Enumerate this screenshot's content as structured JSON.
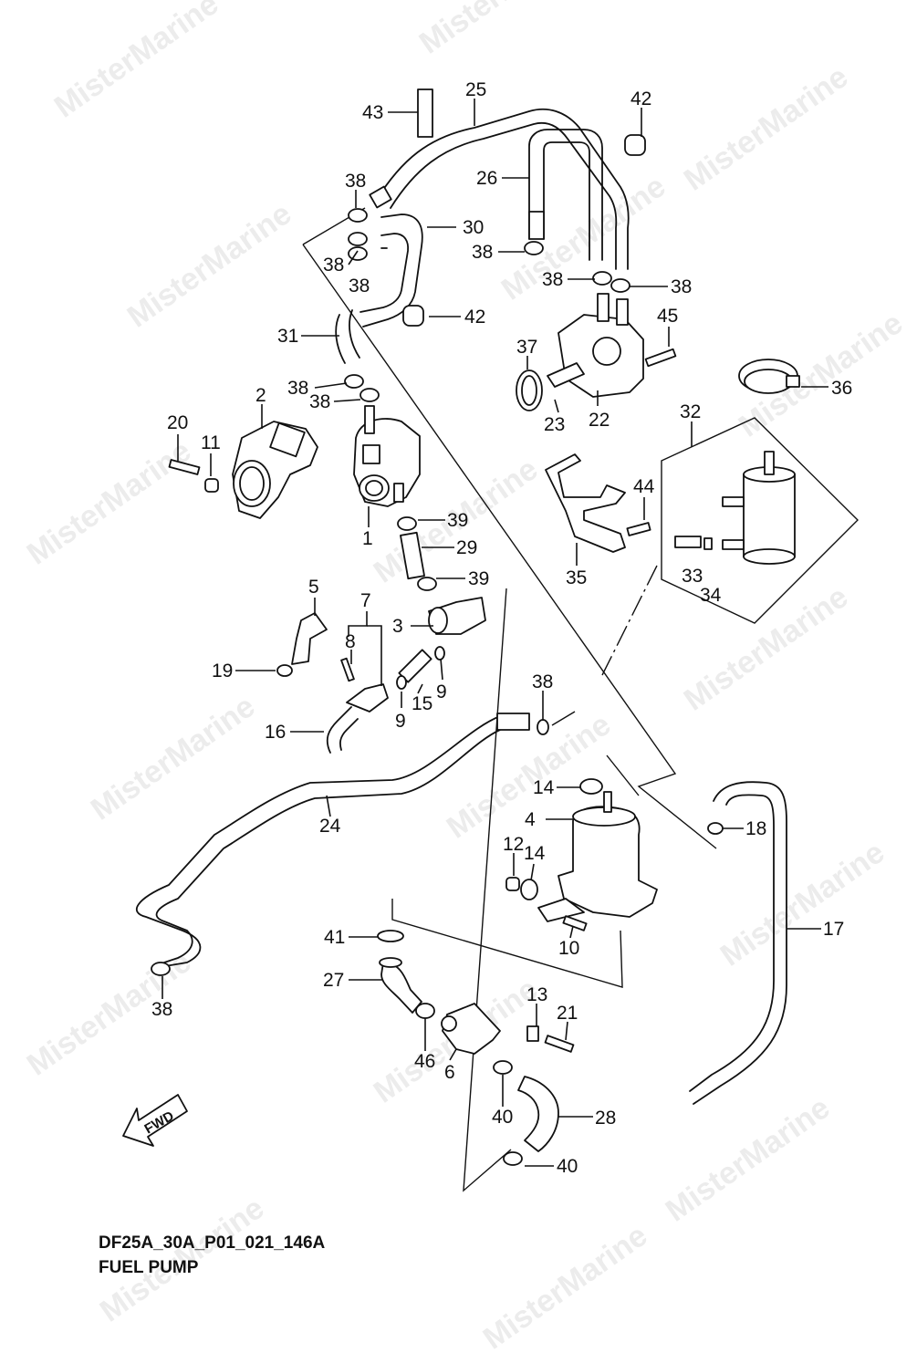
{
  "watermark": "MisterMarine",
  "caption": {
    "code": "DF25A_30A_P01_021_146A",
    "title": "FUEL PUMP"
  },
  "fwd_label": "FWD",
  "callouts": [
    {
      "id": "c1",
      "text": "1"
    },
    {
      "id": "c2",
      "text": "2"
    },
    {
      "id": "c3",
      "text": "3"
    },
    {
      "id": "c4",
      "text": "4"
    },
    {
      "id": "c5",
      "text": "5"
    },
    {
      "id": "c6",
      "text": "6"
    },
    {
      "id": "c7",
      "text": "7"
    },
    {
      "id": "c8",
      "text": "8"
    },
    {
      "id": "c9a",
      "text": "9"
    },
    {
      "id": "c9b",
      "text": "9"
    },
    {
      "id": "c10",
      "text": "10"
    },
    {
      "id": "c11",
      "text": "11"
    },
    {
      "id": "c12",
      "text": "12"
    },
    {
      "id": "c13",
      "text": "13"
    },
    {
      "id": "c14a",
      "text": "14"
    },
    {
      "id": "c14b",
      "text": "14"
    },
    {
      "id": "c15",
      "text": "15"
    },
    {
      "id": "c16",
      "text": "16"
    },
    {
      "id": "c17",
      "text": "17"
    },
    {
      "id": "c18",
      "text": "18"
    },
    {
      "id": "c19",
      "text": "19"
    },
    {
      "id": "c20",
      "text": "20"
    },
    {
      "id": "c21",
      "text": "21"
    },
    {
      "id": "c22",
      "text": "22"
    },
    {
      "id": "c23",
      "text": "23"
    },
    {
      "id": "c24",
      "text": "24"
    },
    {
      "id": "c25",
      "text": "25"
    },
    {
      "id": "c26",
      "text": "26"
    },
    {
      "id": "c27",
      "text": "27"
    },
    {
      "id": "c28",
      "text": "28"
    },
    {
      "id": "c29",
      "text": "29"
    },
    {
      "id": "c30",
      "text": "30"
    },
    {
      "id": "c31",
      "text": "31"
    },
    {
      "id": "c32",
      "text": "32"
    },
    {
      "id": "c33",
      "text": "33"
    },
    {
      "id": "c34",
      "text": "34"
    },
    {
      "id": "c35",
      "text": "35"
    },
    {
      "id": "c36",
      "text": "36"
    },
    {
      "id": "c37",
      "text": "37"
    },
    {
      "id": "c38a",
      "text": "38"
    },
    {
      "id": "c38b",
      "text": "38"
    },
    {
      "id": "c38c",
      "text": "38"
    },
    {
      "id": "c38d",
      "text": "38"
    },
    {
      "id": "c38e",
      "text": "38"
    },
    {
      "id": "c38f",
      "text": "38"
    },
    {
      "id": "c38g",
      "text": "38"
    },
    {
      "id": "c38h",
      "text": "38"
    },
    {
      "id": "c38i",
      "text": "38"
    },
    {
      "id": "c38j",
      "text": "38"
    },
    {
      "id": "c39a",
      "text": "39"
    },
    {
      "id": "c39b",
      "text": "39"
    },
    {
      "id": "c40a",
      "text": "40"
    },
    {
      "id": "c40b",
      "text": "40"
    },
    {
      "id": "c41",
      "text": "41"
    },
    {
      "id": "c42a",
      "text": "42"
    },
    {
      "id": "c42b",
      "text": "42"
    },
    {
      "id": "c43",
      "text": "43"
    },
    {
      "id": "c44",
      "text": "44"
    },
    {
      "id": "c45",
      "text": "45"
    },
    {
      "id": "c46",
      "text": "46"
    }
  ]
}
